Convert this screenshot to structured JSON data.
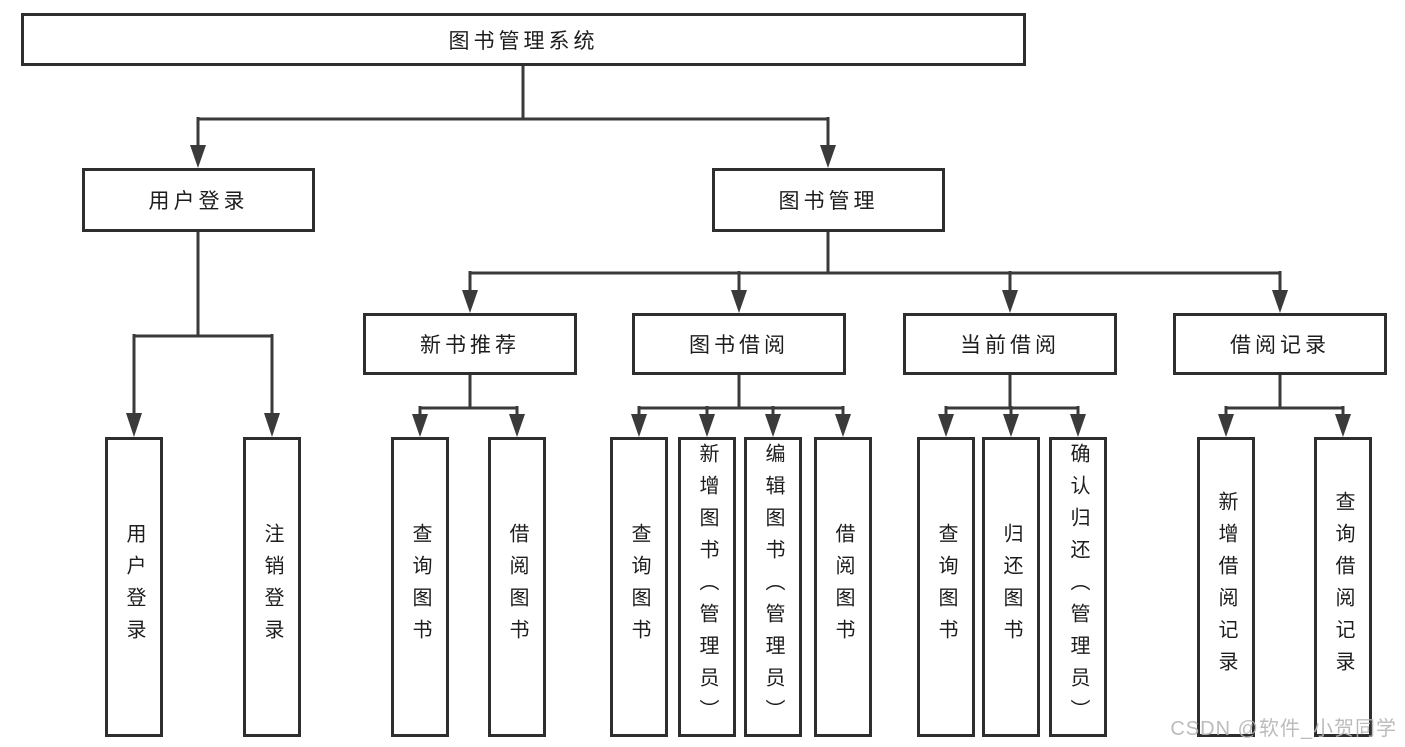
{
  "diagram": {
    "root": "图书管理系统",
    "level1": {
      "user_login": "用户登录",
      "book_mgmt": "图书管理"
    },
    "level2": {
      "new_rec": "新书推荐",
      "borrow": "图书借阅",
      "current": "当前借阅",
      "records": "借阅记录"
    },
    "leaves": {
      "user_login": [
        "用户登录",
        "注销登录"
      ],
      "new_rec": [
        "查询图书",
        "借阅图书"
      ],
      "borrow": [
        "查询图书",
        "新增图书（管理员）",
        "编辑图书（管理员）",
        "借阅图书"
      ],
      "current": [
        "查询图书",
        "归还图书",
        "确认归还（管理员）"
      ],
      "records": [
        "新增借阅记录",
        "查询借阅记录"
      ]
    }
  },
  "watermark": "CSDN @软件_小贺同学",
  "colors": {
    "background": "#ffffff",
    "box_border": "#2e2e2e",
    "line": "#3a3a3a",
    "text": "#1d1d1d",
    "watermark": "#b5b5b5"
  }
}
